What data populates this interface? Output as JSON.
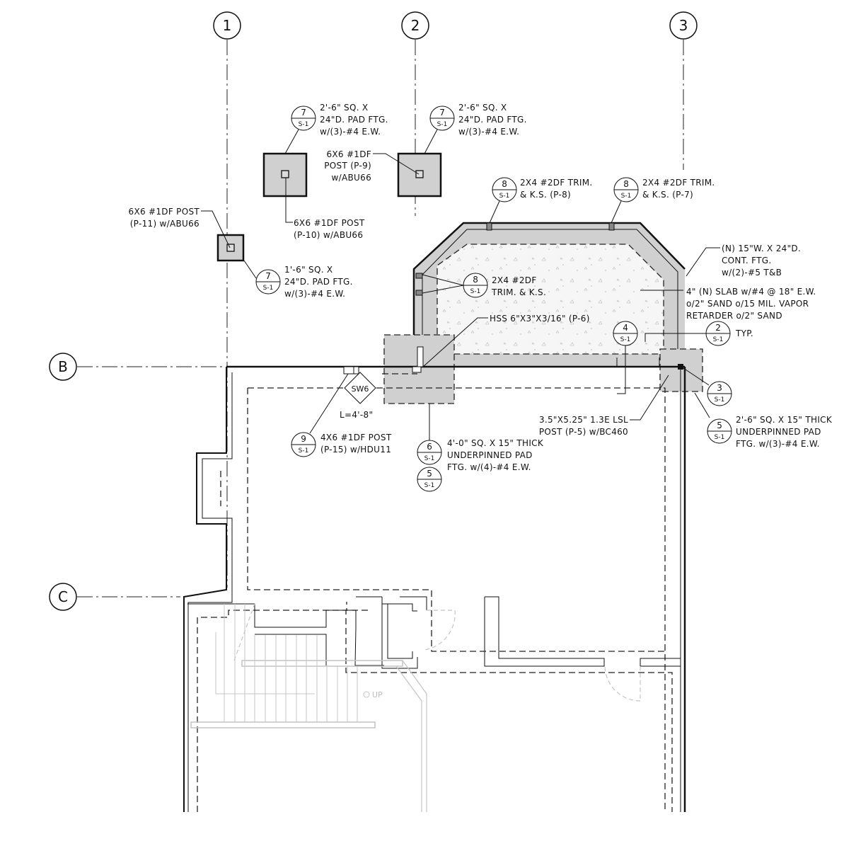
{
  "grid": {
    "columns": [
      "1",
      "2",
      "3"
    ],
    "rows": [
      "B",
      "C"
    ]
  },
  "callouts": [
    {
      "num": "7",
      "sheet": "S-1"
    },
    {
      "num": "7",
      "sheet": "S-1"
    },
    {
      "num": "7",
      "sheet": "S-1"
    },
    {
      "num": "8",
      "sheet": "S-1"
    },
    {
      "num": "8",
      "sheet": "S-1"
    },
    {
      "num": "8",
      "sheet": "S-1"
    },
    {
      "num": "4",
      "sheet": "S-1"
    },
    {
      "num": "2",
      "sheet": "S-1"
    },
    {
      "num": "3",
      "sheet": "S-1"
    },
    {
      "num": "5",
      "sheet": "S-1"
    },
    {
      "num": "9",
      "sheet": "S-1"
    },
    {
      "num": "6",
      "sheet": "S-1"
    },
    {
      "num": "5",
      "sheet": "S-1"
    }
  ],
  "notes": {
    "pad_p10": [
      "2'-6\" SQ. X",
      "24\"D. PAD FTG.",
      "w/(3)-#4 E.W."
    ],
    "pad_p9": [
      "2'-6\" SQ. X",
      "24\"D. PAD FTG.",
      "w/(3)-#4 E.W."
    ],
    "post_p9": [
      "6X6 #1DF",
      "POST (P-9)",
      "w/ABU66"
    ],
    "post_p10": [
      "6X6 #1DF POST",
      "(P-10) w/ABU66"
    ],
    "post_p11": [
      "6X6 #1DF POST",
      "(P-11) w/ABU66"
    ],
    "pad_p11": [
      "1'-6\" SQ. X",
      "24\"D. PAD FTG.",
      "w/(3)-#4 E.W."
    ],
    "trim_p8": [
      "2X4 #2DF TRIM.",
      "& K.S. (P-8)"
    ],
    "trim_p7": [
      "2X4 #2DF TRIM.",
      "& K.S. (P-7)"
    ],
    "trim_side": [
      "2X4 #2DF",
      "TRIM. & K.S."
    ],
    "hss": "HSS 6\"X3\"X3/16\" (P-6)",
    "cont_ftg": [
      "(N) 15\"W. X 24\"D.",
      "CONT. FTG.",
      "w/(2)-#5 T&B"
    ],
    "slab": [
      "4\" (N) SLAB w/#4 @ 18\" E.W.",
      "o/2\" SAND o/15 MIL. VAPOR",
      "RETARDER o/2\" SAND"
    ],
    "typ": "TYP.",
    "lsl_post": [
      "3.5\"X5.25\" 1.3E LSL",
      "POST (P-5) w/BC460"
    ],
    "underpin_small": [
      "2'-6\" SQ. X 15\" THICK",
      "UNDERPINNED PAD",
      "FTG. w/(3)-#4 E.W."
    ],
    "post_p15": [
      "4X6 #1DF POST",
      "(P-15) w/HDU11"
    ],
    "underpin_large": [
      "4'-0\" SQ. X 15\" THICK",
      "UNDERPINNED PAD",
      "FTG. w/(4)-#4 E.W."
    ],
    "shear_wall": "SW6",
    "shear_len": "L=4'-8\"",
    "stair_up": "UP"
  },
  "colors": {
    "footing_fill": "#d0d0d0",
    "line": "#111111",
    "existing": "#c4c4c4"
  }
}
